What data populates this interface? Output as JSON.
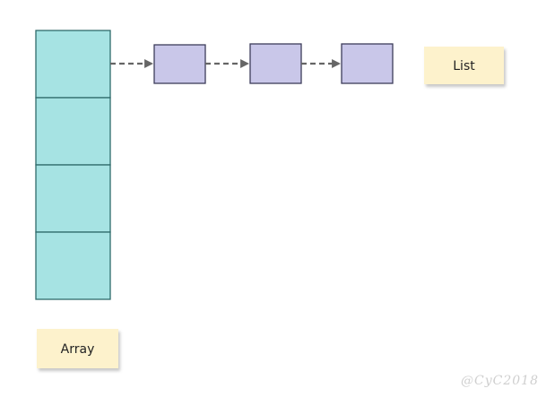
{
  "labels": {
    "list": "List",
    "array": "Array"
  },
  "watermark": "@CyC2018",
  "colors": {
    "array_fill": "#a6e3e3",
    "array_stroke": "#2f6b6b",
    "node_fill": "#c9c7e9",
    "node_stroke": "#3d3d5a",
    "label_fill": "#fdf2cc",
    "arrow": "#666666"
  }
}
